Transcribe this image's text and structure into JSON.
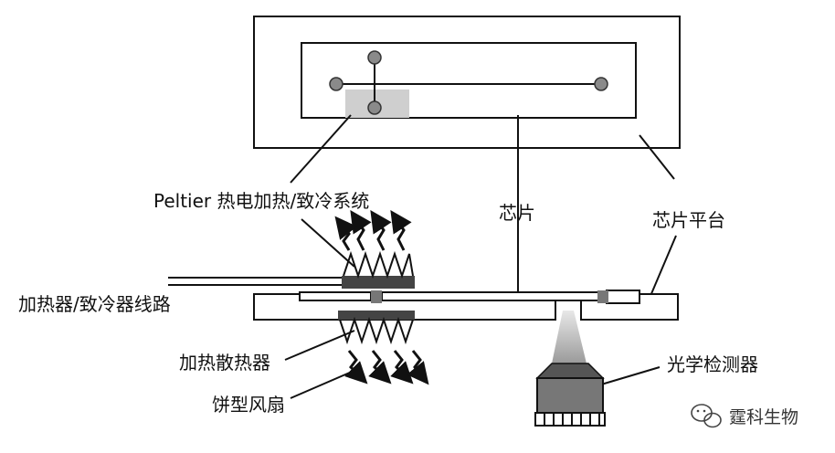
{
  "labels": {
    "peltier": "Peltier 热电加热/致冷系统",
    "chip": "芯片",
    "chip_platform": "芯片平台",
    "heater_cooler_circuit": "加热器/致冷器线路",
    "heat_sink": "加热散热器",
    "pie_fan": "饼型风扇",
    "optical_detector": "光学检测器"
  },
  "watermark": {
    "text": "霆科生物",
    "icon": "wechat-icon"
  },
  "colors": {
    "line": "#111111",
    "node": "#8a8a8a",
    "highlight": "#cfcfcf"
  }
}
